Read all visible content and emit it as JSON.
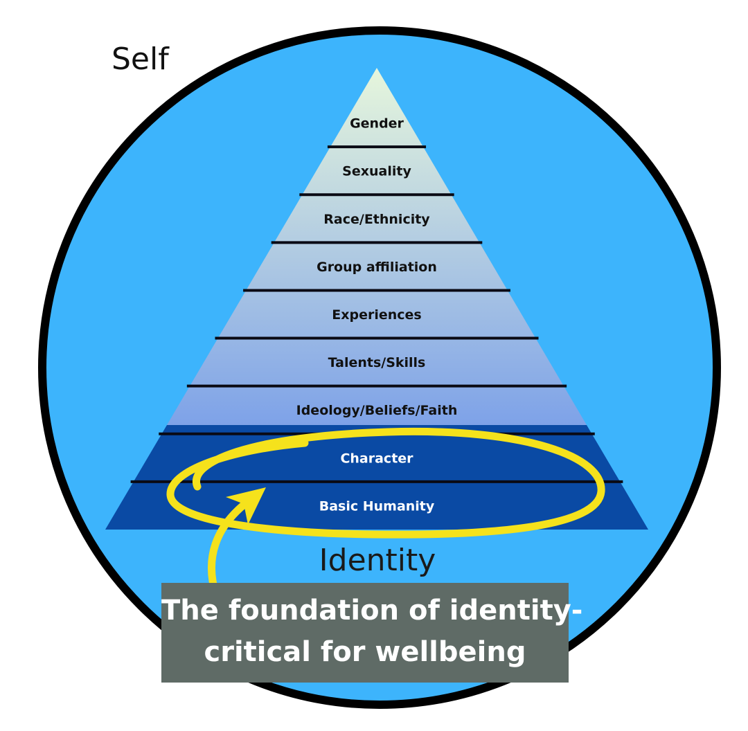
{
  "diagram": {
    "outer_label": "Self",
    "bottom_label": "Identity",
    "tiers": [
      {
        "label": "Gender"
      },
      {
        "label": "Sexuality"
      },
      {
        "label": "Race/Ethnicity"
      },
      {
        "label": "Group affiliation"
      },
      {
        "label": "Experiences"
      },
      {
        "label": "Talents/Skills"
      },
      {
        "label": "Ideology/Beliefs/Faith"
      },
      {
        "label": "Character",
        "highlighted": true
      },
      {
        "label": "Basic Humanity",
        "highlighted": true
      }
    ],
    "callout": {
      "line1": "The foundation of identity-",
      "line2": "critical for wellbeing"
    },
    "colors": {
      "circle_fill": "#3db4fc",
      "circle_border": "#000000",
      "pyramid_top": "#e6f6dc",
      "pyramid_middle": "#7ea2e8",
      "foundation_fill": "#0a4aa4",
      "highlight_stroke": "#f5e21c",
      "callout_background": "#5f6b66"
    }
  }
}
